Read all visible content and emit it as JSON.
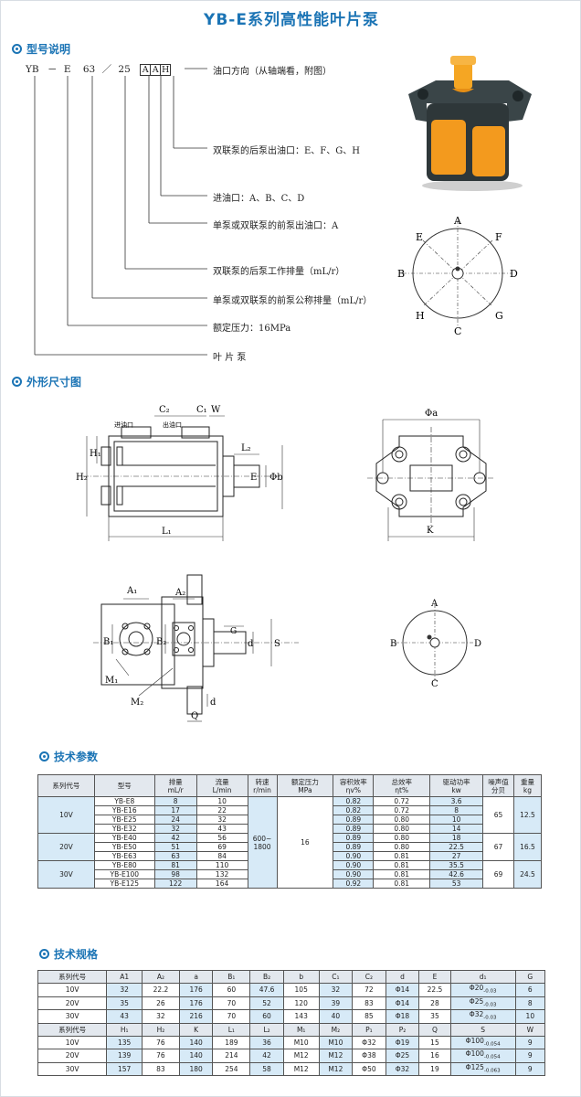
{
  "title": "YB-E系列高性能叶片泵",
  "sections": {
    "model": "型号说明",
    "outline": "外形尺寸图",
    "tech_params": "技术参数",
    "tech_specs": "技术规格"
  },
  "model_code": {
    "parts": [
      "YB",
      "－",
      "E",
      "63",
      "／",
      "25"
    ],
    "boxes": [
      "A",
      "A",
      "H"
    ]
  },
  "model_labels": [
    "油口方向（从轴端看，附图）",
    "双联泵的后泵出油口：E、F、G、H",
    "进油口：A、B、C、D",
    "单泵或双联泵的前泵出油口：A",
    "双联泵的后泵工作排量（mL/r）",
    "单泵或双联泵的前泵公称排量（mL/r）",
    "额定压力：16MPa",
    "叶 片 泵"
  ],
  "port_diagram_1": {
    "top": "A",
    "top_left": "E",
    "top_right": "F",
    "left": "B",
    "right": "D",
    "bottom_left": "H",
    "bottom_right": "G",
    "bottom": "C"
  },
  "port_diagram_2": {
    "top": "A",
    "left": "B",
    "right": "D",
    "bottom": "C"
  },
  "drawing_labels": {
    "c2": "C₂",
    "c1": "C₁",
    "w": "W",
    "inlet": "进油口",
    "outlet": "出油口",
    "h1": "H₁",
    "h2": "H₂",
    "l2": "L₂",
    "e": "E",
    "phib": "Φb",
    "l1": "L₁",
    "phia": "Φa",
    "k": "K",
    "a1": "A₁",
    "a2": "A₂",
    "b1": "B₁",
    "b2": "B₂",
    "g": "G",
    "d": "d",
    "s": "S",
    "m1": "M₁",
    "m2": "M₂",
    "q": "Q",
    "dd": "d"
  },
  "params_table": {
    "headers": [
      [
        "系列代号",
        ""
      ],
      [
        "型号",
        ""
      ],
      [
        "排量",
        "mL/r"
      ],
      [
        "流量",
        "L/min"
      ],
      [
        "转速",
        "r/min"
      ],
      [
        "额定压力",
        "MPa"
      ],
      [
        "容积效率",
        "ηv%"
      ],
      [
        "总效率",
        "ηt%"
      ],
      [
        "驱动功率",
        "kw"
      ],
      [
        "噪声值",
        "分贝"
      ],
      [
        "重量",
        "kg"
      ]
    ],
    "speed": "600~\n1800",
    "pressure": "16",
    "groups": [
      {
        "series": "10V",
        "noise": "65",
        "weight": "12.5",
        "rows": [
          [
            "YB-E8",
            "8",
            "10",
            "0.82",
            "0.72",
            "3.6"
          ],
          [
            "YB-E16",
            "17",
            "22",
            "0.82",
            "0.72",
            "8"
          ],
          [
            "YB-E25",
            "24",
            "32",
            "0.89",
            "0.80",
            "10"
          ],
          [
            "YB-E32",
            "32",
            "43",
            "0.89",
            "0.80",
            "14"
          ]
        ]
      },
      {
        "series": "20V",
        "noise": "67",
        "weight": "16.5",
        "rows": [
          [
            "YB-E40",
            "42",
            "56",
            "0.89",
            "0.80",
            "18"
          ],
          [
            "YB-E50",
            "51",
            "69",
            "0.89",
            "0.80",
            "22.5"
          ],
          [
            "YB-E63",
            "63",
            "84",
            "0.90",
            "0.81",
            "27"
          ]
        ]
      },
      {
        "series": "30V",
        "noise": "69",
        "weight": "24.5",
        "rows": [
          [
            "YB-E80",
            "81",
            "110",
            "0.90",
            "0.81",
            "35.5"
          ],
          [
            "YB-E100",
            "98",
            "132",
            "0.90",
            "0.81",
            "42.6"
          ],
          [
            "YB-E125",
            "122",
            "164",
            "0.92",
            "0.81",
            "53"
          ]
        ]
      }
    ]
  },
  "specs_table": {
    "header1": [
      "系列代号",
      "A1",
      "A₂",
      "a",
      "B₁",
      "B₂",
      "b",
      "C₁",
      "C₂",
      "d",
      "E",
      "d₁",
      "G"
    ],
    "rows1": [
      [
        "10V",
        "32",
        "22.2",
        "176",
        "60",
        "47.6",
        "105",
        "32",
        "72",
        "Φ14",
        "22.5",
        "Φ20",
        "-0.03",
        "6"
      ],
      [
        "20V",
        "35",
        "26",
        "176",
        "70",
        "52",
        "120",
        "39",
        "83",
        "Φ14",
        "28",
        "Φ25",
        "-0.03",
        "8"
      ],
      [
        "30V",
        "43",
        "32",
        "216",
        "70",
        "60",
        "143",
        "40",
        "85",
        "Φ18",
        "35",
        "Φ32",
        "-0.03",
        "10"
      ]
    ],
    "header2": [
      "系列代号",
      "H₁",
      "H₂",
      "K",
      "L₁",
      "L₂",
      "M₁",
      "M₂",
      "P₁",
      "P₂",
      "Q",
      "S",
      "W"
    ],
    "rows2": [
      [
        "10V",
        "135",
        "76",
        "140",
        "189",
        "36",
        "M10",
        "M10",
        "Φ32",
        "Φ19",
        "15",
        "Φ100",
        "-0.054",
        "9"
      ],
      [
        "20V",
        "139",
        "76",
        "140",
        "214",
        "42",
        "M12",
        "M12",
        "Φ38",
        "Φ25",
        "16",
        "Φ100",
        "-0.054",
        "9"
      ],
      [
        "30V",
        "157",
        "83",
        "180",
        "254",
        "58",
        "M12",
        "M12",
        "Φ50",
        "Φ32",
        "19",
        "Φ125",
        "-0.063",
        "9"
      ]
    ]
  }
}
